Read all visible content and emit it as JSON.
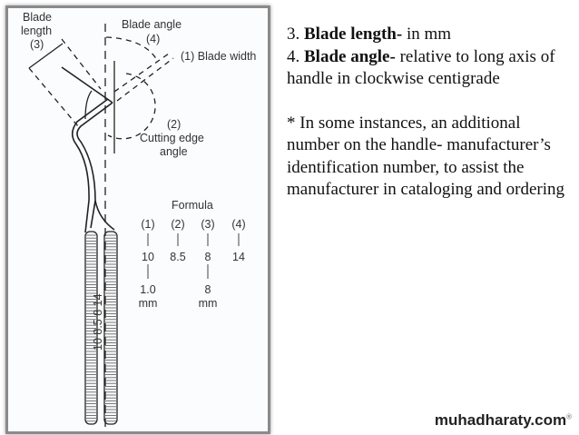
{
  "figure": {
    "labels": {
      "blade_length": "Blade",
      "blade_length2": "length",
      "blade_length_num": "(3)",
      "blade_angle": "Blade angle",
      "blade_angle_num": "(4)",
      "blade_width": "(1) Blade width",
      "cutting_num": "(2)",
      "cutting": "Cutting edge",
      "cutting2": "angle"
    },
    "formula": {
      "title": "Formula",
      "columns": [
        {
          "num": "(1)",
          "value": "10",
          "detail": "1.0",
          "unit": "mm"
        },
        {
          "num": "(2)",
          "value": "8.5"
        },
        {
          "num": "(3)",
          "value": "8",
          "detail": "8",
          "unit": "mm"
        },
        {
          "num": "(4)",
          "value": "14"
        }
      ]
    },
    "handle_marking": "10 8.5 8 14"
  },
  "content": {
    "item3_num": "3.",
    "item3_bold": "Blade length-",
    "item3_rest": " in mm",
    "item4_num": "4.",
    "item4_bold": "Blade angle-",
    "item4_rest": " relative to long axis of handle in clockwise centigrade",
    "note": "* In some instances, an additional number on the handle- manufacturer’s identification number, to assist the manufacturer in cataloging and ordering"
  },
  "watermark": {
    "text": "muhadharaty.com",
    "mark": "®"
  }
}
